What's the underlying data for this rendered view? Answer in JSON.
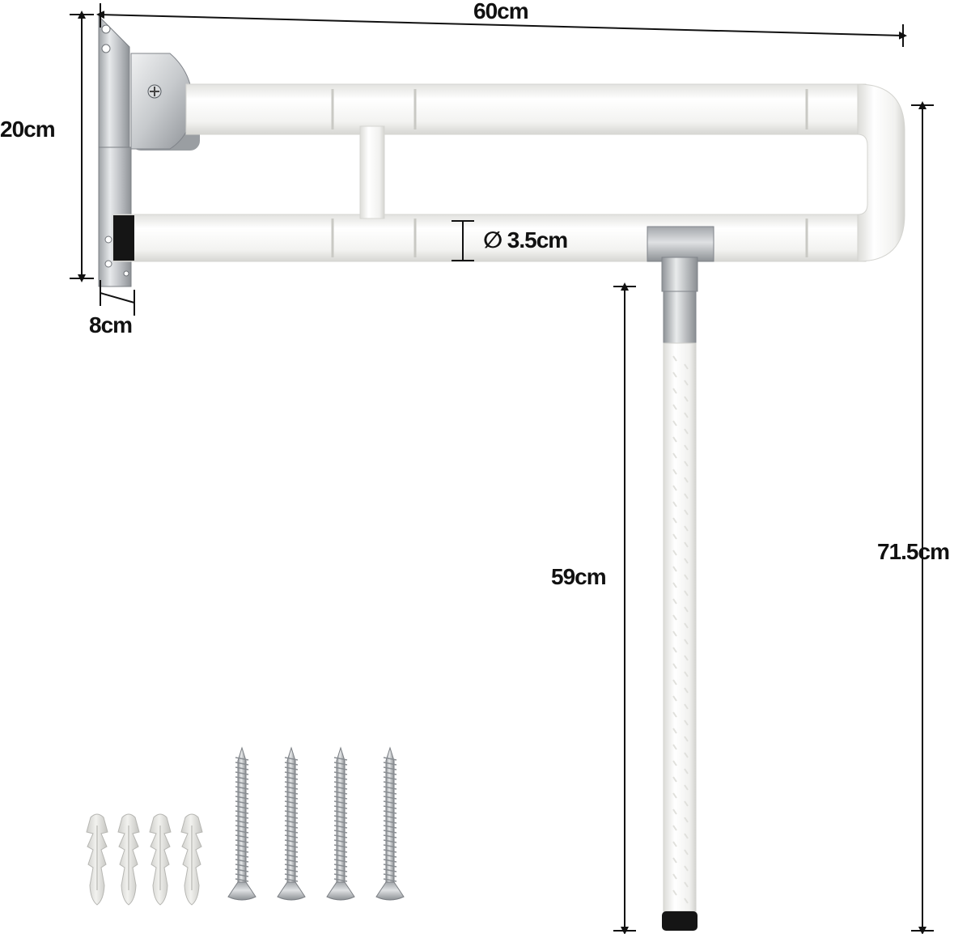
{
  "dimensions": {
    "width": "60cm",
    "height": "20cm",
    "depth": "8cm",
    "diameter_symbol": "∅",
    "diameter": "3.5cm",
    "leg_length": "59cm",
    "total_height": "71.5cm"
  },
  "accessories": {
    "wall_anchor_count": 4,
    "screw_count": 4
  },
  "colors": {
    "bar_white": "#f4f4f2",
    "bar_seam": "#c9c9c4",
    "steel": "#c4c6c8",
    "rubber": "#151515",
    "dimension_line": "#111111"
  }
}
